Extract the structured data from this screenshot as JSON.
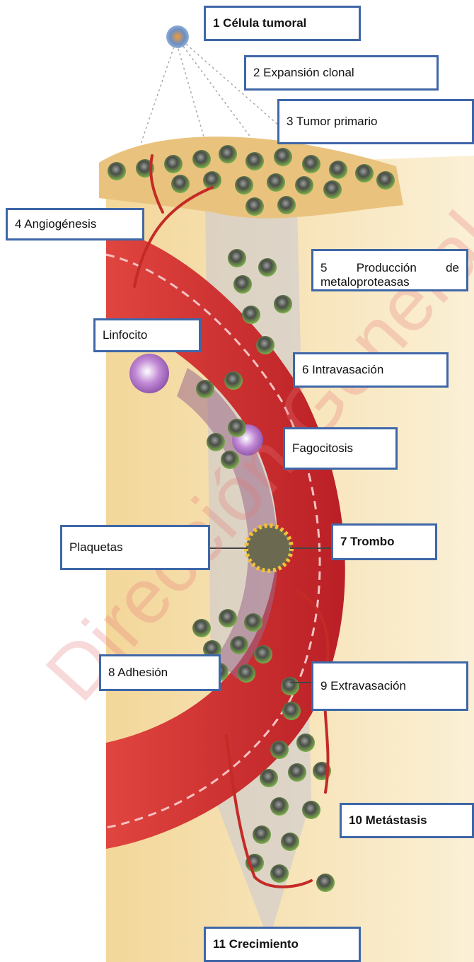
{
  "labels": {
    "l1": "1 Célula tumoral",
    "l2": "2 Expansión clonal",
    "l3": "3 Tumor primario",
    "l4": "4 Angiogénesis",
    "l5": "5 Producción de metaloproteasas",
    "linfocito": "Linfocito",
    "l6": "6 Intravasación",
    "fagocitosis": "Fagocitosis",
    "plaquetas": "Plaquetas",
    "l7": "7 Trombo",
    "l8": "8 Adhesión",
    "l9": "9 Extravasación",
    "l10": "10  Metástasis",
    "l11": "11 Crecimiento"
  },
  "watermark": "Dirección General de Bibliotecas",
  "colors": {
    "label_border": "#3f67a8",
    "vessel": "#cc2a2c",
    "tissue": "#f6e2b0",
    "cell": "#4c4f4a"
  }
}
